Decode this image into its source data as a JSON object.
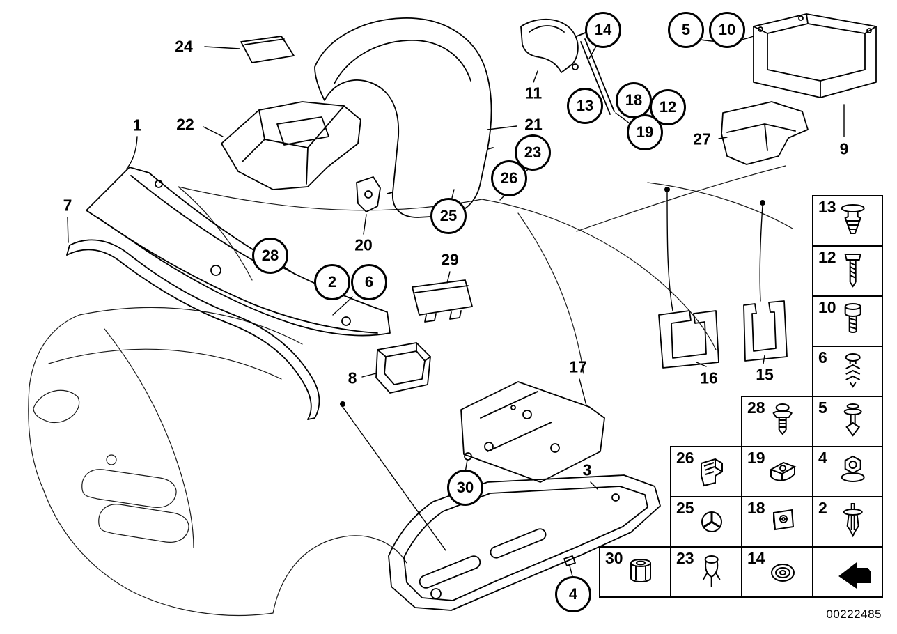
{
  "diagram": {
    "kind": "exploded-parts-diagram",
    "drawing_number": "00222485"
  },
  "colors": {
    "line": "#000000",
    "background": "#ffffff"
  },
  "callouts": {
    "plain": [
      {
        "label": "24"
      },
      {
        "label": "22"
      },
      {
        "label": "1"
      },
      {
        "label": "7"
      },
      {
        "label": "11"
      },
      {
        "label": "21"
      },
      {
        "label": "27"
      },
      {
        "label": "9"
      },
      {
        "label": "20"
      },
      {
        "label": "29"
      },
      {
        "label": "8"
      },
      {
        "label": "17"
      },
      {
        "label": "16"
      },
      {
        "label": "15"
      },
      {
        "label": "3"
      }
    ],
    "circled": [
      {
        "label": "14"
      },
      {
        "label": "5"
      },
      {
        "label": "10"
      },
      {
        "label": "13"
      },
      {
        "label": "18"
      },
      {
        "label": "12"
      },
      {
        "label": "19"
      },
      {
        "label": "23"
      },
      {
        "label": "26"
      },
      {
        "label": "25"
      },
      {
        "label": "28"
      },
      {
        "label": "2"
      },
      {
        "label": "6"
      },
      {
        "label": "30"
      },
      {
        "label": "4"
      }
    ]
  },
  "legend": {
    "cells": [
      {
        "label": "13",
        "icon": "expanding-rivet"
      },
      {
        "label": "12",
        "icon": "screw"
      },
      {
        "label": "10",
        "icon": "hex-bolt"
      },
      {
        "label": "6",
        "icon": "tree-clip"
      },
      {
        "label": "5",
        "icon": "push-pin"
      },
      {
        "label": "4",
        "icon": "flange-nut"
      },
      {
        "label": "2",
        "icon": "blind-rivet"
      },
      {
        "label": "",
        "icon": "direction-arrow"
      },
      {
        "label": "28",
        "icon": "trim-clip"
      },
      {
        "label": "19",
        "icon": "speed-nut"
      },
      {
        "label": "18",
        "icon": "clip-nut"
      },
      {
        "label": "14",
        "icon": "grommet"
      },
      {
        "label": "26",
        "icon": "clamp-bracket"
      },
      {
        "label": "25",
        "icon": "tri-grommet"
      },
      {
        "label": "23",
        "icon": "screw-grommet"
      },
      {
        "label": "30",
        "icon": "collar-nut"
      }
    ]
  }
}
